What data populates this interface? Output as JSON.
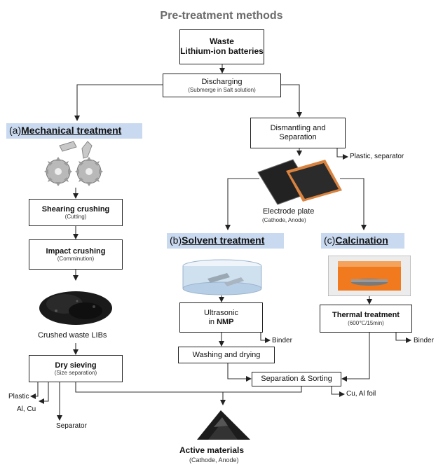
{
  "title": "Pre-treatment methods",
  "waste": {
    "line1": "Waste",
    "line2": "Lithium-ion batteries"
  },
  "discharging": {
    "label": "Discharging",
    "sub": "(Submerge in Salt solution)"
  },
  "mechanical": {
    "prefix": "(a)",
    "title": "Mechanical treatment",
    "shearing": {
      "label": "Shearing crushing",
      "sub": "(Cutting)"
    },
    "impact": {
      "label": "Impact crushing",
      "sub": "(Comminution)"
    },
    "crushed_label": "Crushed waste LIBs",
    "sieving": {
      "label": "Dry sieving",
      "sub": "(Size separation)"
    },
    "out_plastic": "Plastic",
    "out_alcu": "Al, Cu",
    "out_separator": "Separator"
  },
  "dismantling": {
    "line1": "Dismantling and",
    "line2": "Separation",
    "out": "Plastic, separator"
  },
  "electrode": {
    "label": "Electrode plate",
    "sub": "(Cathode, Anode)"
  },
  "solvent": {
    "prefix": "(b)",
    "title": "Solvent treatment",
    "ultrasonic": {
      "line1": "Ultrasonic",
      "line2_pre": "in ",
      "line2_bold": "NMP"
    },
    "binder": "Binder",
    "washing": "Washing and drying"
  },
  "calcination": {
    "prefix": "(c)",
    "title": "Calcination",
    "thermal": {
      "label": "Thermal treatment",
      "sub": "(600℃/15min)"
    },
    "binder": "Binder"
  },
  "separation": {
    "label": "Separation & Sorting",
    "out": "Cu, Al foil"
  },
  "active": {
    "label": "Active materials",
    "sub": "(Cathode, Anode)"
  }
}
